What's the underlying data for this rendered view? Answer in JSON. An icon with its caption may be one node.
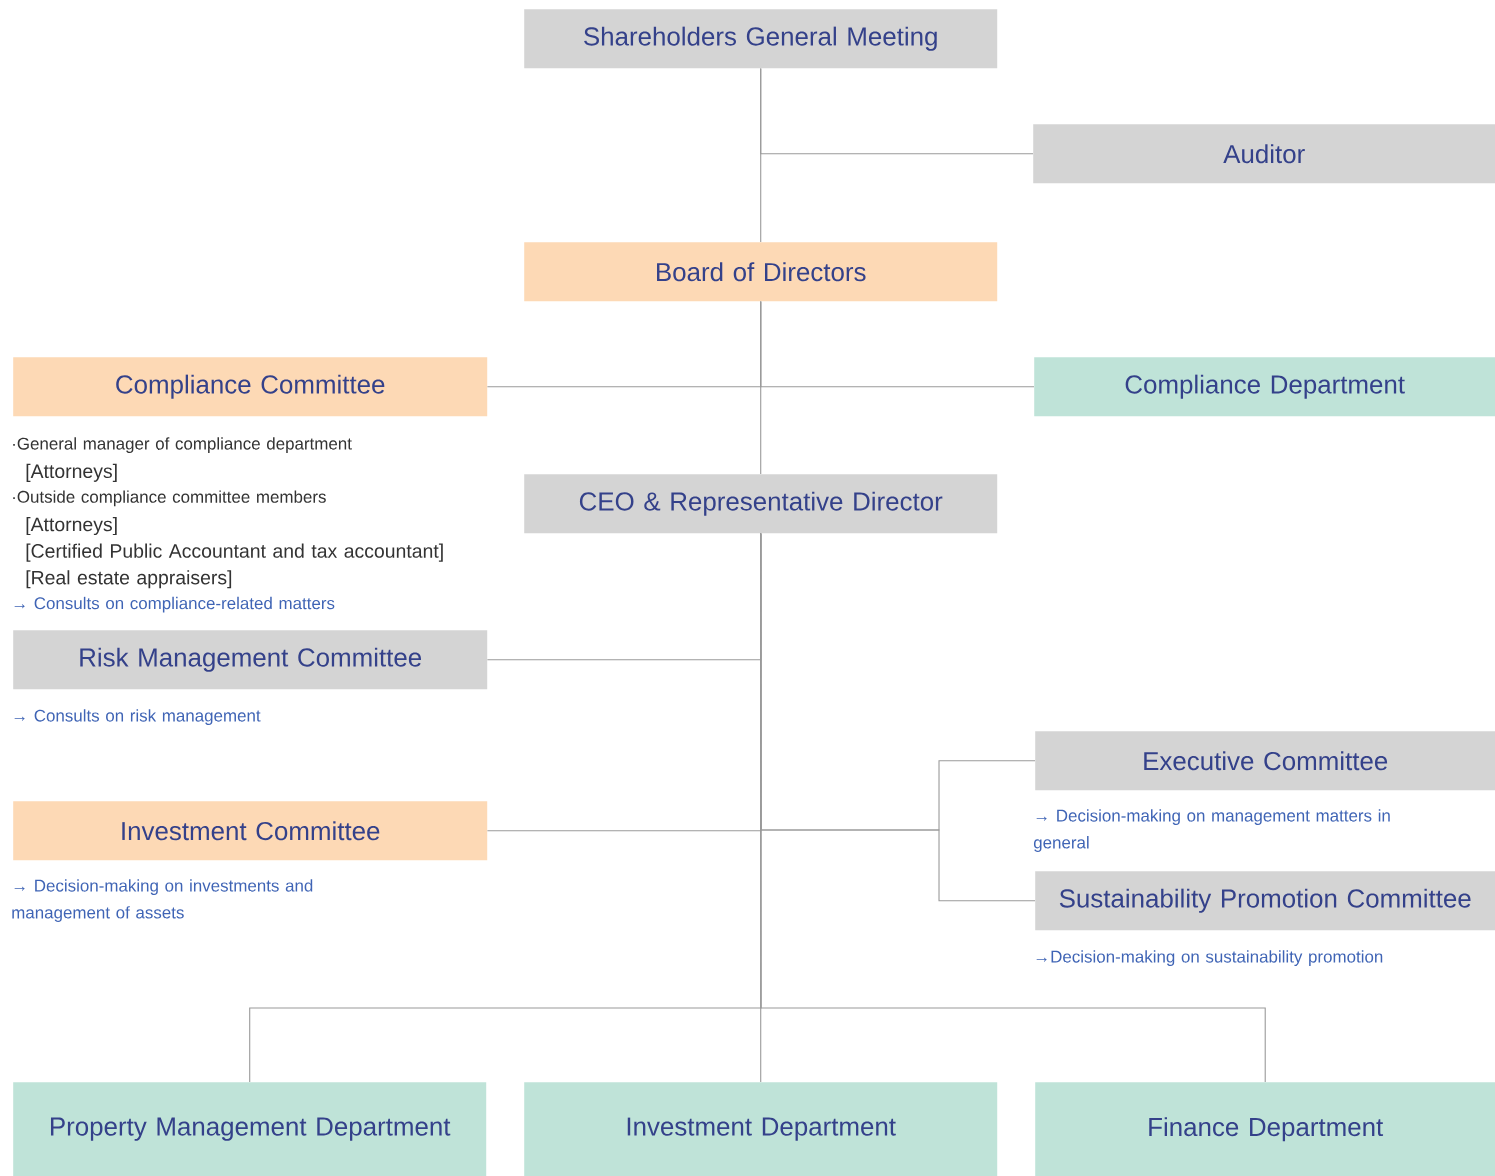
{
  "diagram": {
    "nodes": [
      {
        "text": [
          "Shareholders General Meeting"
        ]
      },
      {
        "text": [
          "Auditor"
        ]
      },
      {
        "text": [
          "Board of Directors"
        ]
      },
      {
        "text": [
          "Compliance Committee"
        ],
        "beside": [
          "·General manager of compliance department",
          "[Attorneys]",
          "·Outside compliance committee members",
          "[Attorneys]",
          "[Certified Public Accountant and tax accountant]",
          "[Real estate appraisers]",
          "→ Consults on compliance-related matters"
        ]
      },
      {
        "text": [
          "Compliance Department"
        ]
      },
      {
        "text": [
          "CEO & Representative Director"
        ]
      },
      {
        "text": [
          "Risk Management Committee"
        ],
        "beside": [
          "→ Consults on risk management"
        ]
      },
      {
        "text": [
          "Investment Committee"
        ],
        "beside": [
          "→ Decision-making on investments and management of assets"
        ]
      },
      {
        "text": [
          "Executive Committee"
        ],
        "beside": [
          "→ Decision-making on management matters in general"
        ]
      },
      {
        "text": [
          "Sustainability Promotion Committee"
        ],
        "beside": [
          "→Decision-making on sustainability promotion"
        ]
      },
      {
        "text": [
          "Property Management Department"
        ]
      },
      {
        "text": [
          "Investment Department"
        ]
      },
      {
        "text": [
          "Finance Department"
        ]
      }
    ],
    "edges": [
      {
        "from": 0,
        "to": 1,
        "arrow": "none"
      },
      {
        "from": 0,
        "to": 2,
        "arrow": "none"
      },
      {
        "from": 2,
        "to": 3,
        "arrow": "none"
      },
      {
        "from": 2,
        "to": 4,
        "arrow": "none"
      },
      {
        "from": 2,
        "to": 5,
        "arrow": "none"
      },
      {
        "from": 5,
        "to": 6,
        "arrow": "none"
      },
      {
        "from": 5,
        "to": 7,
        "arrow": "none"
      },
      {
        "from": 5,
        "to": 8,
        "arrow": "none"
      },
      {
        "from": 5,
        "to": 9,
        "arrow": "none"
      },
      {
        "from": 5,
        "to": 10,
        "arrow": "none"
      },
      {
        "from": 5,
        "to": 11,
        "arrow": "none"
      },
      {
        "from": 5,
        "to": 12,
        "arrow": "none"
      }
    ]
  }
}
